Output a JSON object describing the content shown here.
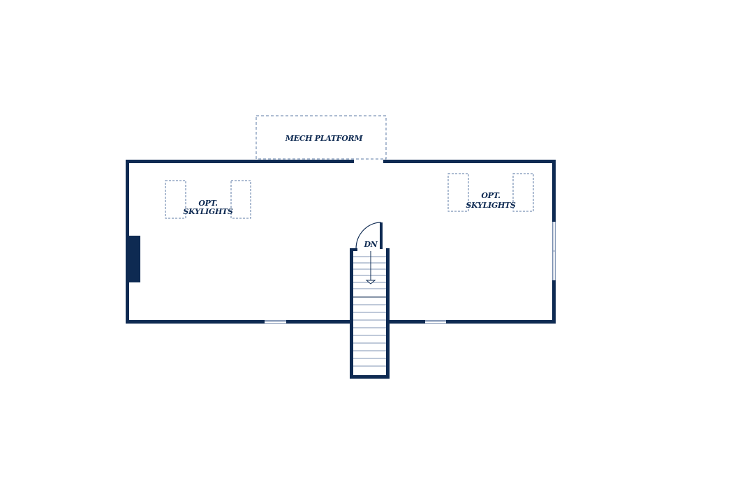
{
  "colors": {
    "wall": "#0e2a52",
    "dashed": "#5b7aa6",
    "background": "#ffffff",
    "window_line": "#7f93b3"
  },
  "labels": {
    "mech_platform": "MECH PLATFORM",
    "skylights_left_line1": "OPT.",
    "skylights_left_line2": "SKYLIGHTS",
    "skylights_right_line1": "OPT.",
    "skylights_right_line2": "SKYLIGHTS",
    "stair_direction": "DN"
  },
  "icons": {
    "stair_arrow": "arrow-down-icon",
    "door_swing": "door-swing-icon"
  }
}
